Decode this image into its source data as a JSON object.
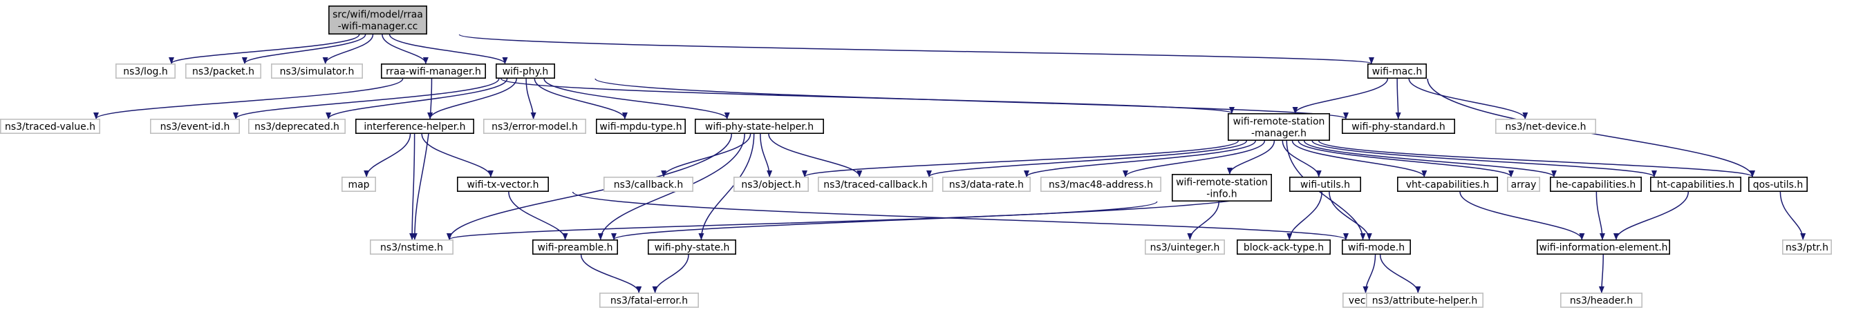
{
  "graph": {
    "edge_color": "#191970",
    "root_fill": "#bfbfbf",
    "local_border": "#000000",
    "external_border": "#bfbfbf",
    "nodes": [
      {
        "id": "root",
        "kind": "root",
        "lines": [
          "src/wifi/model/rraa",
          "-wifi-manager.cc"
        ]
      },
      {
        "id": "log",
        "kind": "ext",
        "lines": [
          "ns3/log.h"
        ]
      },
      {
        "id": "packet",
        "kind": "ext",
        "lines": [
          "ns3/packet.h"
        ]
      },
      {
        "id": "simulator",
        "kind": "ext",
        "lines": [
          "ns3/simulator.h"
        ]
      },
      {
        "id": "rraa",
        "kind": "local",
        "lines": [
          "rraa-wifi-manager.h"
        ]
      },
      {
        "id": "wifiphy",
        "kind": "local",
        "lines": [
          "wifi-phy.h"
        ]
      },
      {
        "id": "wifimac",
        "kind": "local",
        "lines": [
          "wifi-mac.h"
        ]
      },
      {
        "id": "tracedvalue",
        "kind": "ext",
        "lines": [
          "ns3/traced-value.h"
        ]
      },
      {
        "id": "eventid",
        "kind": "ext",
        "lines": [
          "ns3/event-id.h"
        ]
      },
      {
        "id": "deprecated",
        "kind": "ext",
        "lines": [
          "ns3/deprecated.h"
        ]
      },
      {
        "id": "interference",
        "kind": "local",
        "lines": [
          "interference-helper.h"
        ]
      },
      {
        "id": "errormodel",
        "kind": "ext",
        "lines": [
          "ns3/error-model.h"
        ]
      },
      {
        "id": "mpdutype",
        "kind": "local",
        "lines": [
          "wifi-mpdu-type.h"
        ]
      },
      {
        "id": "statehelper",
        "kind": "local",
        "lines": [
          "wifi-phy-state-helper.h"
        ]
      },
      {
        "id": "rsm",
        "kind": "local",
        "lines": [
          "wifi-remote-station",
          "-manager.h"
        ]
      },
      {
        "id": "phystd",
        "kind": "local",
        "lines": [
          "wifi-phy-standard.h"
        ]
      },
      {
        "id": "netdevice",
        "kind": "ext",
        "lines": [
          "ns3/net-device.h"
        ]
      },
      {
        "id": "map",
        "kind": "ext",
        "lines": [
          "map"
        ]
      },
      {
        "id": "txvector",
        "kind": "local",
        "lines": [
          "wifi-tx-vector.h"
        ]
      },
      {
        "id": "nstime",
        "kind": "ext",
        "lines": [
          "ns3/nstime.h"
        ]
      },
      {
        "id": "callback",
        "kind": "ext",
        "lines": [
          "ns3/callback.h"
        ]
      },
      {
        "id": "object",
        "kind": "ext",
        "lines": [
          "ns3/object.h"
        ]
      },
      {
        "id": "tracedcb",
        "kind": "ext",
        "lines": [
          "ns3/traced-callback.h"
        ]
      },
      {
        "id": "datarate",
        "kind": "ext",
        "lines": [
          "ns3/data-rate.h"
        ]
      },
      {
        "id": "mac48",
        "kind": "ext",
        "lines": [
          "ns3/mac48-address.h"
        ]
      },
      {
        "id": "rsinfo",
        "kind": "local",
        "lines": [
          "wifi-remote-station",
          "-info.h"
        ]
      },
      {
        "id": "utils",
        "kind": "local",
        "lines": [
          "wifi-utils.h"
        ]
      },
      {
        "id": "vht",
        "kind": "local",
        "lines": [
          "vht-capabilities.h"
        ]
      },
      {
        "id": "array",
        "kind": "ext",
        "lines": [
          "array"
        ]
      },
      {
        "id": "he",
        "kind": "local",
        "lines": [
          "he-capabilities.h"
        ]
      },
      {
        "id": "ht",
        "kind": "local",
        "lines": [
          "ht-capabilities.h"
        ]
      },
      {
        "id": "qos",
        "kind": "local",
        "lines": [
          "qos-utils.h"
        ]
      },
      {
        "id": "preamble",
        "kind": "local",
        "lines": [
          "wifi-preamble.h"
        ]
      },
      {
        "id": "phystate",
        "kind": "local",
        "lines": [
          "wifi-phy-state.h"
        ]
      },
      {
        "id": "uinteger",
        "kind": "ext",
        "lines": [
          "ns3/uinteger.h"
        ]
      },
      {
        "id": "blockack",
        "kind": "local",
        "lines": [
          "block-ack-type.h"
        ]
      },
      {
        "id": "mode",
        "kind": "local",
        "lines": [
          "wifi-mode.h"
        ]
      },
      {
        "id": "infoelem",
        "kind": "local",
        "lines": [
          "wifi-information-element.h"
        ]
      },
      {
        "id": "ptr",
        "kind": "ext",
        "lines": [
          "ns3/ptr.h"
        ]
      },
      {
        "id": "fatal",
        "kind": "ext",
        "lines": [
          "ns3/fatal-error.h"
        ]
      },
      {
        "id": "vector",
        "kind": "ext",
        "lines": [
          "vector"
        ]
      },
      {
        "id": "attrhelper",
        "kind": "ext",
        "lines": [
          "ns3/attribute-helper.h"
        ]
      },
      {
        "id": "header",
        "kind": "ext",
        "lines": [
          "ns3/header.h"
        ]
      }
    ],
    "edges": [
      {
        "from": "root",
        "to": "log"
      },
      {
        "from": "root",
        "to": "packet"
      },
      {
        "from": "root",
        "to": "simulator"
      },
      {
        "from": "root",
        "to": "rraa"
      },
      {
        "from": "root",
        "to": "wifiphy"
      },
      {
        "from": "root",
        "to": "wifimac"
      },
      {
        "from": "rraa",
        "to": "tracedvalue"
      },
      {
        "from": "rraa",
        "to": "rsm"
      },
      {
        "from": "rraa",
        "to": "nstime"
      },
      {
        "from": "wifiphy",
        "to": "eventid"
      },
      {
        "from": "wifiphy",
        "to": "deprecated"
      },
      {
        "from": "wifiphy",
        "to": "interference"
      },
      {
        "from": "wifiphy",
        "to": "errormodel"
      },
      {
        "from": "wifiphy",
        "to": "mpdutype"
      },
      {
        "from": "wifiphy",
        "to": "statehelper"
      },
      {
        "from": "wifiphy",
        "to": "phystd"
      },
      {
        "from": "wifimac",
        "to": "rsm"
      },
      {
        "from": "wifimac",
        "to": "phystd"
      },
      {
        "from": "wifimac",
        "to": "netdevice"
      },
      {
        "from": "wifimac",
        "to": "qos"
      },
      {
        "from": "interference",
        "to": "map"
      },
      {
        "from": "interference",
        "to": "txvector"
      },
      {
        "from": "interference",
        "to": "nstime"
      },
      {
        "from": "statehelper",
        "to": "callback"
      },
      {
        "from": "statehelper",
        "to": "object"
      },
      {
        "from": "statehelper",
        "to": "tracedcb"
      },
      {
        "from": "statehelper",
        "to": "preamble"
      },
      {
        "from": "statehelper",
        "to": "phystate"
      },
      {
        "from": "statehelper",
        "to": "nstime"
      },
      {
        "from": "txvector",
        "to": "preamble"
      },
      {
        "from": "txvector",
        "to": "mode"
      },
      {
        "from": "rsm",
        "to": "object"
      },
      {
        "from": "rsm",
        "to": "tracedcb"
      },
      {
        "from": "rsm",
        "to": "datarate"
      },
      {
        "from": "rsm",
        "to": "mac48"
      },
      {
        "from": "rsm",
        "to": "rsinfo"
      },
      {
        "from": "rsm",
        "to": "utils"
      },
      {
        "from": "rsm",
        "to": "mode"
      },
      {
        "from": "rsm",
        "to": "vht"
      },
      {
        "from": "rsm",
        "to": "array"
      },
      {
        "from": "rsm",
        "to": "he"
      },
      {
        "from": "rsm",
        "to": "ht"
      },
      {
        "from": "rsm",
        "to": "qos"
      },
      {
        "from": "rsinfo",
        "to": "uinteger"
      },
      {
        "from": "rsinfo",
        "to": "nstime"
      },
      {
        "from": "utils",
        "to": "blockack"
      },
      {
        "from": "utils",
        "to": "mode"
      },
      {
        "from": "utils",
        "to": "preamble"
      },
      {
        "from": "vht",
        "to": "infoelem"
      },
      {
        "from": "he",
        "to": "infoelem"
      },
      {
        "from": "ht",
        "to": "infoelem"
      },
      {
        "from": "qos",
        "to": "ptr"
      },
      {
        "from": "preamble",
        "to": "fatal"
      },
      {
        "from": "phystate",
        "to": "fatal"
      },
      {
        "from": "mode",
        "to": "vector"
      },
      {
        "from": "mode",
        "to": "attrhelper"
      },
      {
        "from": "infoelem",
        "to": "header"
      }
    ]
  }
}
